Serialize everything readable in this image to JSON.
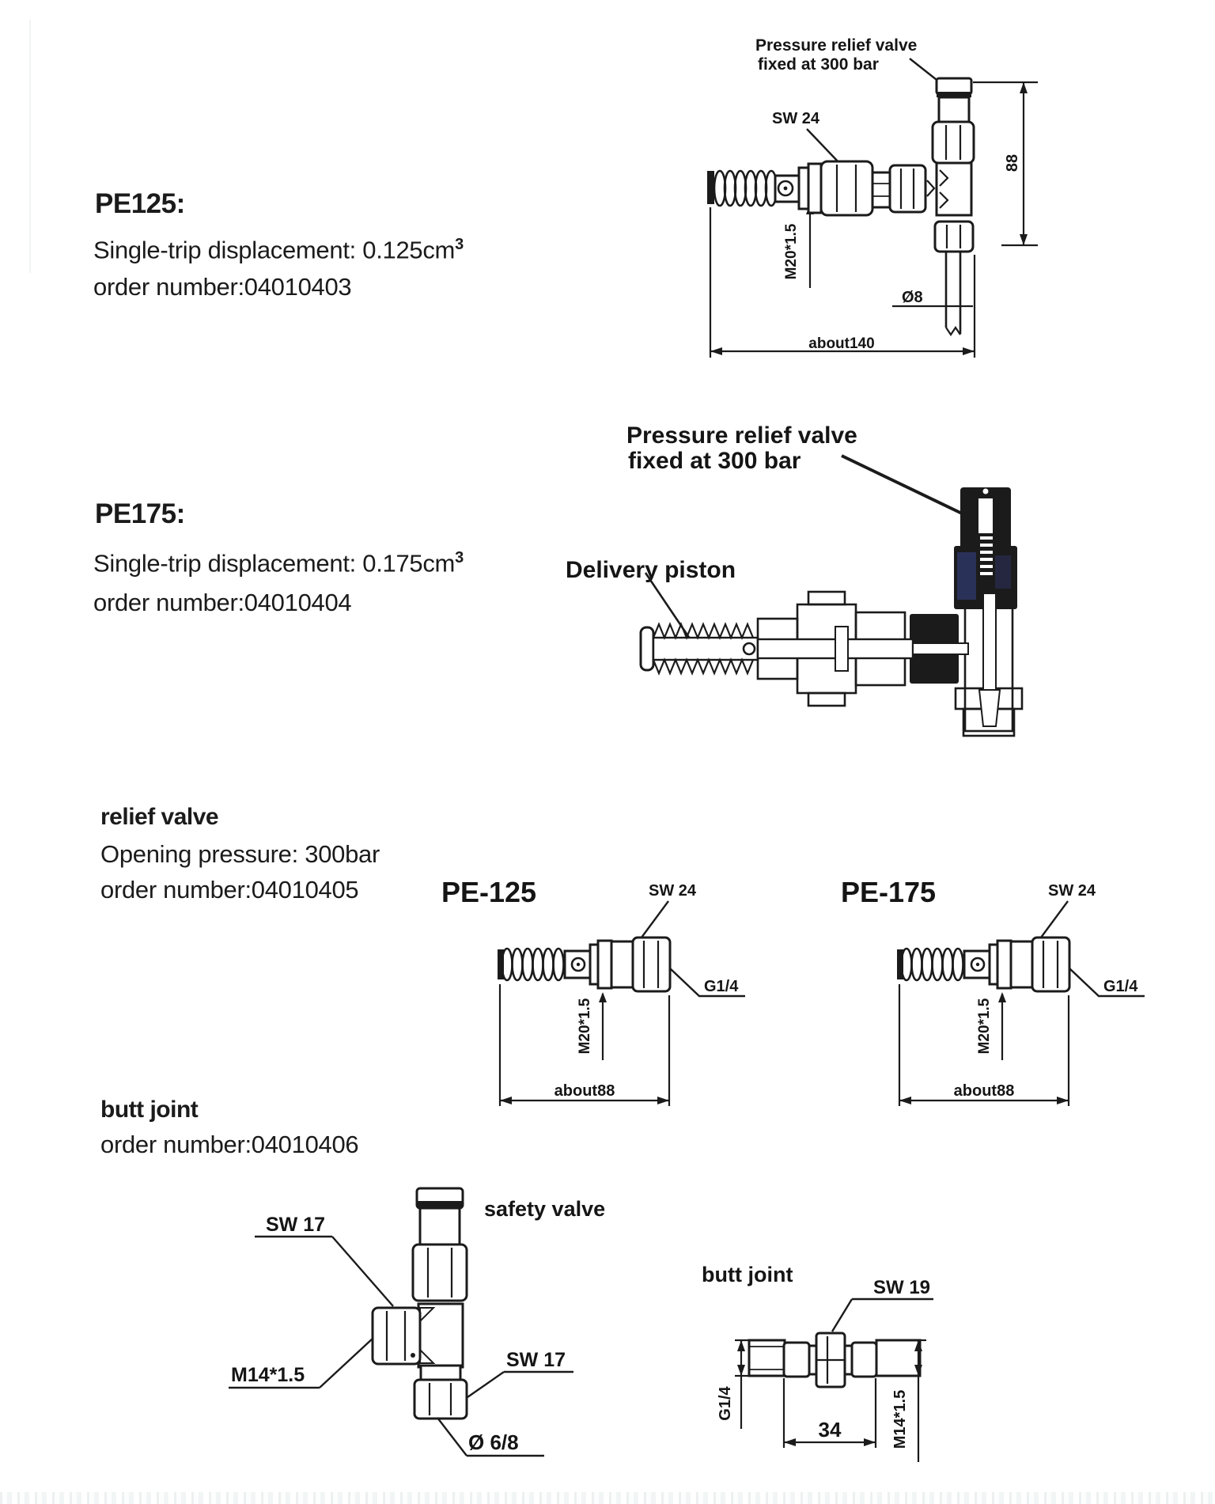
{
  "colors": {
    "ink": "#1b1b1b",
    "paper": "#ffffff",
    "valve_tint": "#3a4796"
  },
  "pe125": {
    "title": "PE125:",
    "displacement": "Single-trip displacement: 0.125cm",
    "displacement_sup": "3",
    "order": "order number:04010403",
    "labels": {
      "relief1": "Pressure relief valve",
      "relief2": "fixed at 300 bar",
      "sw": "SW 24",
      "height": "88",
      "thread": "M20*1.5",
      "tube": "Ø8",
      "length": "about140"
    }
  },
  "pe175": {
    "title": "PE175:",
    "displacement": "Single-trip displacement: 0.175cm",
    "displacement_sup": "3",
    "order": "order number:04010404",
    "labels": {
      "relief1": "Pressure relief valve",
      "relief2": "fixed at 300 bar",
      "piston": "Delivery piston"
    }
  },
  "relief_valve": {
    "title": "relief valve",
    "pressure": "Opening pressure: 300bar",
    "order": "order number:04010405",
    "variants": [
      {
        "name": "PE-125"
      },
      {
        "name": "PE-175"
      }
    ],
    "labels": {
      "sw": "SW 24",
      "port": "G1/4",
      "thread": "M20*1.5",
      "length": "about88"
    }
  },
  "butt_joint": {
    "title": "butt joint",
    "order": "order number:04010406",
    "safety_valve": {
      "label": "safety valve",
      "sw_top": "SW 17",
      "sw_right": "SW 17",
      "thread": "M14*1.5",
      "tube": "Ø 6/8"
    },
    "joint": {
      "label": "butt joint",
      "sw": "SW 19",
      "port": "G1/4",
      "length": "34",
      "thread": "M14*1.5"
    }
  }
}
